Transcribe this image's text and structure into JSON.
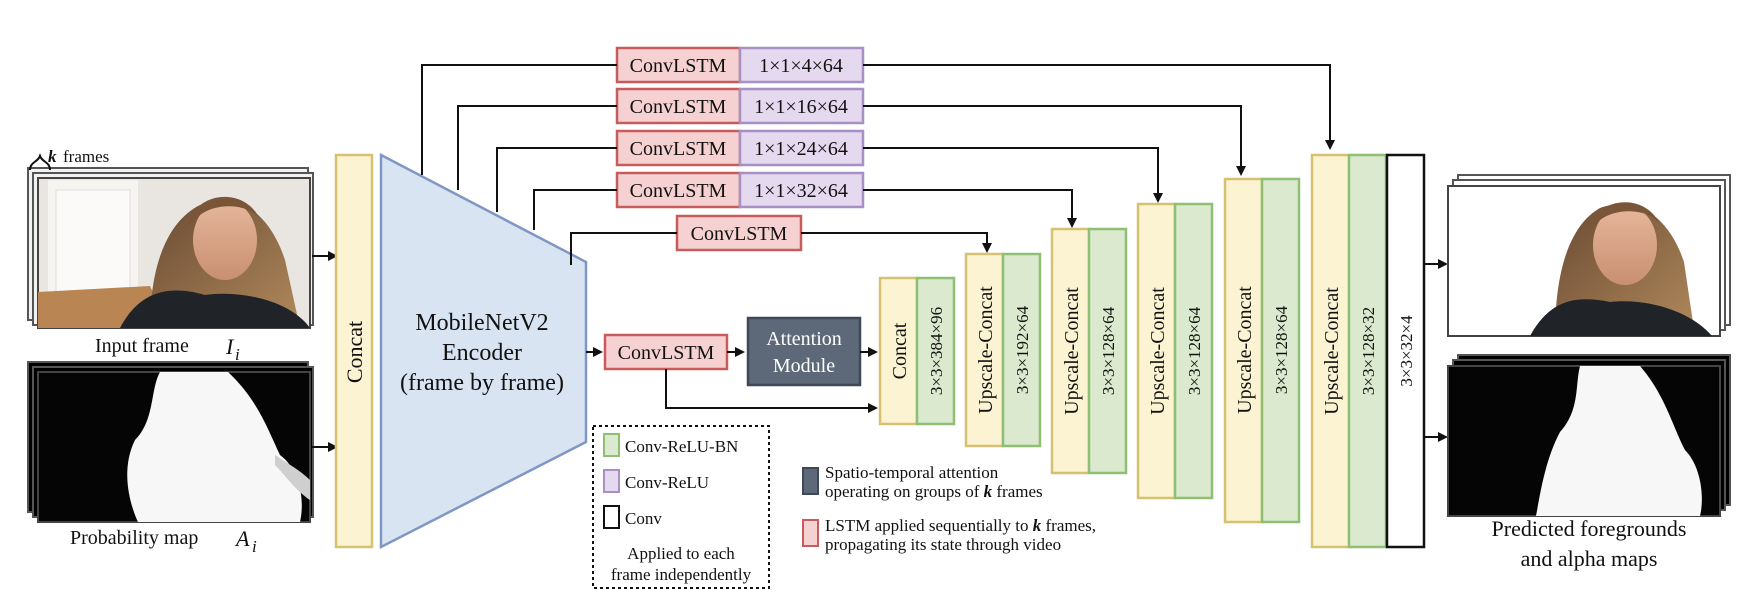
{
  "colors": {
    "yellow_fill": "#fbf3d2",
    "yellow_stroke": "#d6c170",
    "green_fill": "#dbe9cf",
    "green_stroke": "#8fbf72",
    "purple_fill": "#e4d9ee",
    "purple_stroke": "#a88fc4",
    "red_fill": "#f6d1d1",
    "red_stroke": "#c85b5b",
    "blue_fill": "#d9e4f3",
    "blue_stroke": "#7f97c2",
    "dark_fill": "#5d6878",
    "dark_stroke": "#3f4856",
    "line": "#111111"
  },
  "inputs": {
    "k_frames": "frames",
    "k_symbol": "k",
    "input_label": "Input frame",
    "input_symbol": "I",
    "input_sub": "i",
    "prob_label": "Probability map",
    "prob_symbol": "A",
    "prob_sub": "i"
  },
  "concat_left": "Concat",
  "encoder": {
    "line1": "MobileNetV2",
    "line2": "Encoder",
    "line3": "(frame by frame)"
  },
  "convlstm_rows": [
    {
      "label": "ConvLSTM",
      "shape": "1×1×4×64"
    },
    {
      "label": "ConvLSTM",
      "shape": "1×1×16×64"
    },
    {
      "label": "ConvLSTM",
      "shape": "1×1×24×64"
    },
    {
      "label": "ConvLSTM",
      "shape": "1×1×32×64"
    },
    {
      "label": "ConvLSTM",
      "shape": ""
    }
  ],
  "bottleneck_lstm": "ConvLSTM",
  "attention": {
    "line1": "Attention",
    "line2": "Module"
  },
  "decoder": [
    {
      "name": "Concat",
      "shape": "3×3×384×96"
    },
    {
      "name": "Upscale-Concat",
      "shape": "3×3×192×64"
    },
    {
      "name": "Upscale-Concat",
      "shape": "3×3×128×64"
    },
    {
      "name": "Upscale-Concat",
      "shape": "3×3×128×64"
    },
    {
      "name": "Upscale-Concat",
      "shape": "3×3×128×64"
    },
    {
      "name": "Upscale-Concat",
      "shape": "3×3×128×32"
    }
  ],
  "final_conv": "3×3×32×4",
  "legend_box": {
    "items": [
      "Conv-ReLU-BN",
      "Conv-ReLU",
      "Conv"
    ],
    "note_line1": "Applied to each",
    "note_line2": "frame independently"
  },
  "legend_right": {
    "attn_line1": "Spatio-temporal attention",
    "attn_line2_prefix": "operating on groups of ",
    "attn_line2_k": "k",
    "attn_line2_suffix": " frames",
    "lstm_line1_prefix": "LSTM applied sequentially to ",
    "lstm_line1_k": "k",
    "lstm_line1_suffix": " frames,",
    "lstm_line2": "propagating its state through video"
  },
  "outputs": {
    "line1": "Predicted foregrounds",
    "line2": "and alpha maps"
  }
}
